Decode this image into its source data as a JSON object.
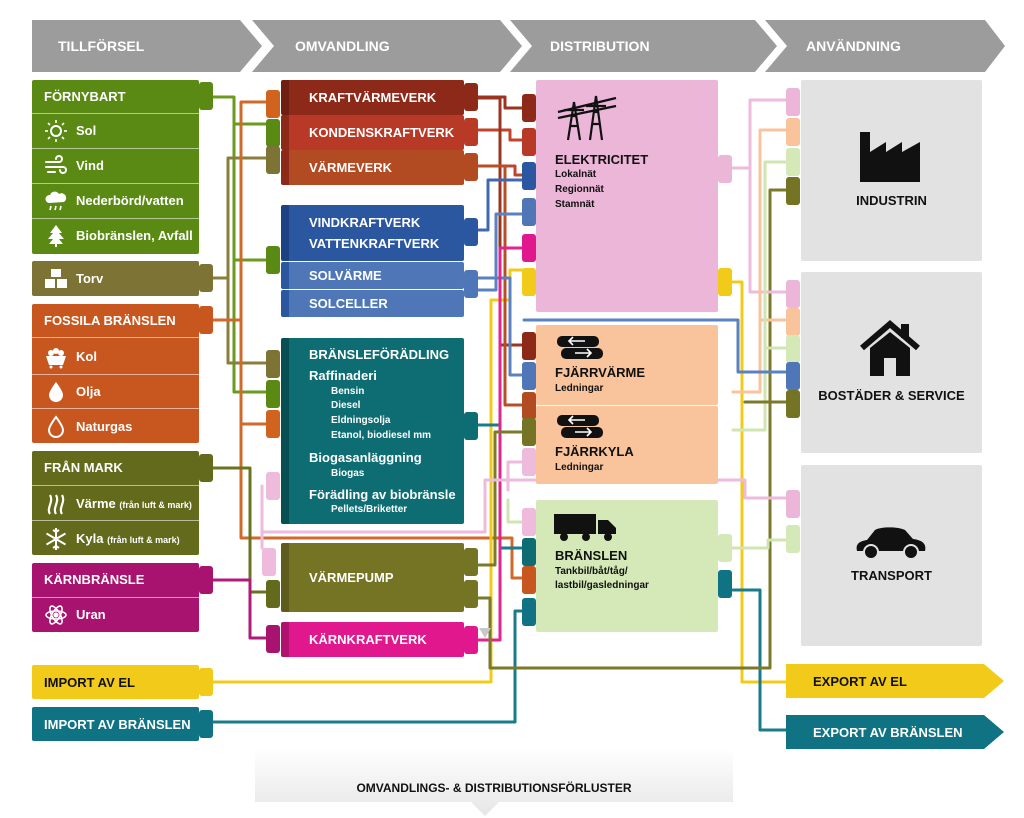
{
  "stages": [
    "TILLFÖRSEL",
    "OMVANDLING",
    "DISTRIBUTION",
    "ANVÄNDNING"
  ],
  "supply": {
    "fornybart": {
      "title": "FÖRNYBART",
      "items": [
        "Sol",
        "Vind",
        "Nederbörd/vatten",
        "Biobränslen, Avfall"
      ]
    },
    "torv": "Torv",
    "fossila": {
      "title": "FOSSILA BRÄNSLEN",
      "items": [
        "Kol",
        "Olja",
        "Naturgas"
      ]
    },
    "franmark": {
      "title": "FRÅN MARK",
      "varme": "Värme",
      "varme_note": "(från luft & mark)",
      "kyla": "Kyla",
      "kyla_note": "(från luft & mark)"
    },
    "karnbransle": {
      "title": "KÄRNBRÄNSLE",
      "items": [
        "Uran"
      ]
    },
    "import_el": "IMPORT AV EL",
    "import_bransle": "IMPORT AV BRÄNSLEN"
  },
  "conversion": {
    "kraftvarmeverk": "KRAFTVÄRMEVERK",
    "kondenskraftverk": "KONDENSKRAFTVERK",
    "varmeverk": "VÄRMEVERK",
    "vindkraftverk": "VINDKRAFTVERK",
    "vattenkraftverk": "VATTENKRAFTVERK",
    "solvarme": "SOLVÄRME",
    "solceller": "SOLCELLER",
    "bransleforadling": {
      "title": "BRÄNSLEFÖRÄDLING",
      "raffinaderi": "Raffinaderi",
      "raffinaderi_items": [
        "Bensin",
        "Diesel",
        "Eldningsolja",
        "Etanol, biodiesel mm"
      ],
      "biogas_title": "Biogasanläggning",
      "biogas_items": [
        "Biogas"
      ],
      "bio_title": "Förädling av biobränsle",
      "bio_items": [
        "Pellets/Briketter"
      ]
    },
    "varmepump": "VÄRMEPUMP",
    "karnkraftverk": "KÄRNKRAFTVERK"
  },
  "distribution": {
    "elektricitet": {
      "title": "ELEKTRICITET",
      "items": [
        "Lokalnät",
        "Regionnät",
        "Stamnät"
      ]
    },
    "fjarrvarme": {
      "title": "FJÄRRVÄRME",
      "items": [
        "Ledningar"
      ]
    },
    "fjarrkyla": {
      "title": "FJÄRRKYLA",
      "items": [
        "Ledningar"
      ]
    },
    "bransle": {
      "title": "BRÄNSLEN",
      "items": [
        "Tankbil/båt/tåg/",
        "lastbil/gasledningar"
      ]
    }
  },
  "usage": {
    "industrin": "INDUSTRIN",
    "bostader": "BOSTÄDER & SERVICE",
    "transport": "TRANSPORT",
    "export_el": "EXPORT AV EL",
    "export_bransle": "EXPORT AV BRÄNSLEN"
  },
  "losses": "OMVANDLINGS- & DISTRIBUTIONSFÖRLUSTER",
  "icons": [
    "sun-icon",
    "wind-icon",
    "rain-icon",
    "tree-icon",
    "peat-icon",
    "coal-icon",
    "oil-drop-icon",
    "gas-flame-icon",
    "heat-waves-icon",
    "snowflake-icon",
    "atom-icon",
    "power-pylon-icon",
    "pipe-icon",
    "truck-icon",
    "factory-icon",
    "house-icon",
    "car-icon"
  ],
  "colors": {
    "header_grey": "#9a9a9a",
    "renewable_green": "#5a8a14",
    "peat_olive": "#7d7335",
    "fossil_orange": "#c8571f",
    "ground_olive": "#636a1c",
    "nuclear_magenta": "#a8136f",
    "import_yellow": "#f2cb1a",
    "import_teal": "#0f7383",
    "chp_darkred": "#8d2918",
    "condensing_red": "#b83a26",
    "heatplant_rust": "#b24a22",
    "wind_blue": "#2b57a0",
    "solar_blue": "#4f77b8",
    "refining_teal": "#0d6d72",
    "heatpump_olive": "#757425",
    "nuclear_pink": "#e1178e",
    "electricity_pink": "#ecb6d8",
    "district_peach": "#f9c49c",
    "fuel_lightgreen": "#d5e8b8",
    "usage_grey": "#e2e2e2"
  }
}
